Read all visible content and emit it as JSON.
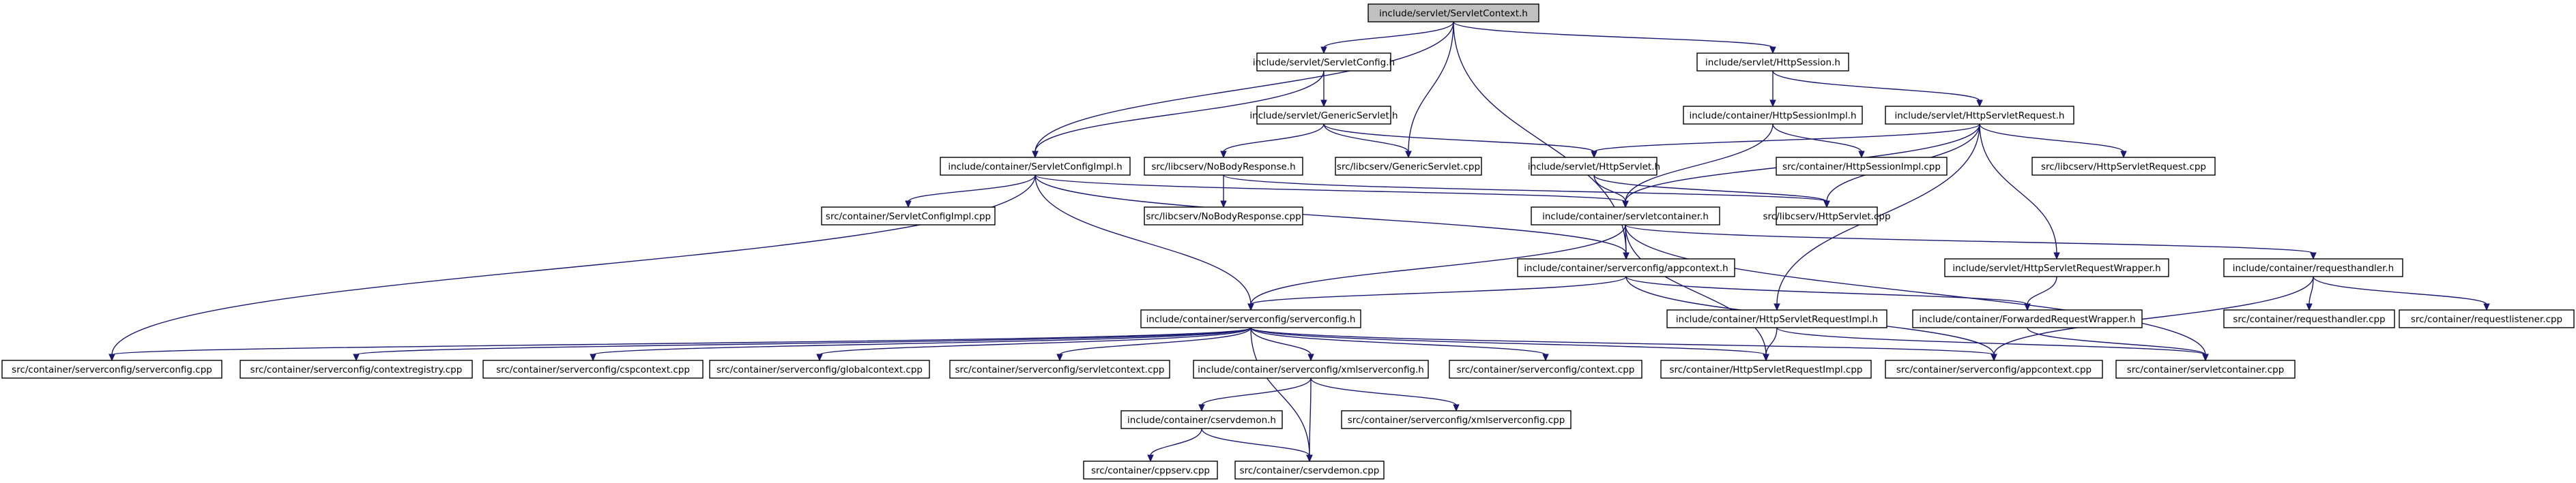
{
  "graph": {
    "root": "n_servletcontext_h",
    "nodes": [
      {
        "id": "n_servletcontext_h",
        "label": "include/servlet/ServletContext.h"
      },
      {
        "id": "n_servletconfig_h",
        "label": "include/servlet/ServletConfig.h"
      },
      {
        "id": "n_httpsession_h",
        "label": "include/servlet/HttpSession.h"
      },
      {
        "id": "n_genericservlet_h",
        "label": "include/servlet/GenericServlet.h"
      },
      {
        "id": "n_httpsessionimpl_h",
        "label": "include/container/HttpSessionImpl.h"
      },
      {
        "id": "n_httpservletrequest_h",
        "label": "include/servlet/HttpServletRequest.h"
      },
      {
        "id": "n_servletconfigimpl_h",
        "label": "include/container/ServletConfigImpl.h"
      },
      {
        "id": "n_nobodyresponse_h",
        "label": "src/libcserv/NoBodyResponse.h"
      },
      {
        "id": "n_genericservlet_cpp",
        "label": "src/libcserv/GenericServlet.cpp"
      },
      {
        "id": "n_httpservlet_h",
        "label": "include/servlet/HttpServlet.h"
      },
      {
        "id": "n_httpsessionimpl_cpp",
        "label": "src/container/HttpSessionImpl.cpp"
      },
      {
        "id": "n_httpservletrequest_cpp",
        "label": "src/libcserv/HttpServletRequest.cpp"
      },
      {
        "id": "n_servletconfigimpl_cpp",
        "label": "src/container/ServletConfigImpl.cpp"
      },
      {
        "id": "n_nobodyresponse_cpp",
        "label": "src/libcserv/NoBodyResponse.cpp"
      },
      {
        "id": "n_servletcontainer_h",
        "label": "include/container/servletcontainer.h"
      },
      {
        "id": "n_httpservlet_cpp",
        "label": "src/libcserv/HttpServlet.cpp"
      },
      {
        "id": "n_appcontext_h",
        "label": "include/container/serverconfig/appcontext.h"
      },
      {
        "id": "n_requestwrapper_h",
        "label": "include/servlet/HttpServletRequestWrapper.h"
      },
      {
        "id": "n_requesthandler_h",
        "label": "include/container/requesthandler.h"
      },
      {
        "id": "n_serverconfig_h",
        "label": "include/container/serverconfig/serverconfig.h"
      },
      {
        "id": "n_requestimpl_h",
        "label": "include/container/HttpServletRequestImpl.h"
      },
      {
        "id": "n_forwardedwrapper_h",
        "label": "include/container/ForwardedRequestWrapper.h"
      },
      {
        "id": "n_requesthandler_cpp",
        "label": "src/container/requesthandler.cpp"
      },
      {
        "id": "n_requestlistener_cpp",
        "label": "src/container/requestlistener.cpp"
      },
      {
        "id": "n_serverconfig_cpp",
        "label": "src/container/serverconfig/serverconfig.cpp"
      },
      {
        "id": "n_contextregistry_cpp",
        "label": "src/container/serverconfig/contextregistry.cpp"
      },
      {
        "id": "n_cspcontext_cpp",
        "label": "src/container/serverconfig/cspcontext.cpp"
      },
      {
        "id": "n_globalcontext_cpp",
        "label": "src/container/serverconfig/globalcontext.cpp"
      },
      {
        "id": "n_servletcontext_cpp",
        "label": "src/container/serverconfig/servletcontext.cpp"
      },
      {
        "id": "n_xmlserverconfig_h",
        "label": "include/container/serverconfig/xmlserverconfig.h"
      },
      {
        "id": "n_context_cpp",
        "label": "src/container/serverconfig/context.cpp"
      },
      {
        "id": "n_requestimpl_cpp",
        "label": "src/container/HttpServletRequestImpl.cpp"
      },
      {
        "id": "n_appcontext_cpp",
        "label": "src/container/serverconfig/appcontext.cpp"
      },
      {
        "id": "n_servletcontainer_cpp",
        "label": "src/container/servletcontainer.cpp"
      },
      {
        "id": "n_csvdemon_h",
        "label": "include/container/cservdemon.h"
      },
      {
        "id": "n_xmlserverconfig_cpp",
        "label": "src/container/serverconfig/xmlserverconfig.cpp"
      },
      {
        "id": "n_cppserv_cpp",
        "label": "src/container/cppserv.cpp"
      },
      {
        "id": "n_csvdemon_cpp",
        "label": "src/container/cservdemon.cpp"
      }
    ],
    "edges": [
      [
        "n_servletcontext_h",
        "n_servletconfig_h"
      ],
      [
        "n_servletcontext_h",
        "n_httpsession_h"
      ],
      [
        "n_servletcontext_h",
        "n_servletconfigimpl_h"
      ],
      [
        "n_servletcontext_h",
        "n_genericservlet_cpp"
      ],
      [
        "n_servletcontext_h",
        "n_appcontext_h"
      ],
      [
        "n_servletconfig_h",
        "n_genericservlet_h"
      ],
      [
        "n_servletconfig_h",
        "n_servletconfigimpl_h"
      ],
      [
        "n_genericservlet_h",
        "n_nobodyresponse_h"
      ],
      [
        "n_genericservlet_h",
        "n_genericservlet_cpp"
      ],
      [
        "n_genericservlet_h",
        "n_httpservlet_h"
      ],
      [
        "n_httpsession_h",
        "n_httpsessionimpl_h"
      ],
      [
        "n_httpsession_h",
        "n_httpservletrequest_h"
      ],
      [
        "n_httpsessionimpl_h",
        "n_httpsessionimpl_cpp"
      ],
      [
        "n_httpsessionimpl_h",
        "n_servletcontainer_h"
      ],
      [
        "n_httpservletrequest_h",
        "n_httpservlet_h"
      ],
      [
        "n_httpservletrequest_h",
        "n_httpservletrequest_cpp"
      ],
      [
        "n_httpservletrequest_h",
        "n_servletcontainer_h"
      ],
      [
        "n_httpservletrequest_h",
        "n_httpservlet_cpp"
      ],
      [
        "n_httpservletrequest_h",
        "n_requestwrapper_h"
      ],
      [
        "n_httpservletrequest_h",
        "n_requestimpl_h"
      ],
      [
        "n_servletconfigimpl_h",
        "n_servletconfigimpl_cpp"
      ],
      [
        "n_servletconfigimpl_h",
        "n_servletcontainer_h"
      ],
      [
        "n_servletconfigimpl_h",
        "n_appcontext_h"
      ],
      [
        "n_servletconfigimpl_h",
        "n_serverconfig_h"
      ],
      [
        "n_servletconfigimpl_h",
        "n_serverconfig_cpp"
      ],
      [
        "n_nobodyresponse_h",
        "n_nobodyresponse_cpp"
      ],
      [
        "n_nobodyresponse_h",
        "n_httpservlet_cpp"
      ],
      [
        "n_httpservlet_h",
        "n_servletcontainer_h"
      ],
      [
        "n_httpservlet_h",
        "n_httpservlet_cpp"
      ],
      [
        "n_servletcontainer_h",
        "n_appcontext_h"
      ],
      [
        "n_servletcontainer_h",
        "n_serverconfig_h"
      ],
      [
        "n_servletcontainer_h",
        "n_requesthandler_h"
      ],
      [
        "n_servletcontainer_h",
        "n_servletcontainer_cpp"
      ],
      [
        "n_appcontext_h",
        "n_serverconfig_h"
      ],
      [
        "n_appcontext_h",
        "n_forwardedwrapper_h"
      ],
      [
        "n_appcontext_h",
        "n_appcontext_cpp"
      ],
      [
        "n_requestwrapper_h",
        "n_forwardedwrapper_h"
      ],
      [
        "n_requesthandler_h",
        "n_requesthandler_cpp"
      ],
      [
        "n_requesthandler_h",
        "n_requestlistener_cpp"
      ],
      [
        "n_requesthandler_h",
        "n_appcontext_cpp"
      ],
      [
        "n_serverconfig_h",
        "n_serverconfig_cpp"
      ],
      [
        "n_serverconfig_h",
        "n_contextregistry_cpp"
      ],
      [
        "n_serverconfig_h",
        "n_cspcontext_cpp"
      ],
      [
        "n_serverconfig_h",
        "n_globalcontext_cpp"
      ],
      [
        "n_serverconfig_h",
        "n_servletcontext_cpp"
      ],
      [
        "n_serverconfig_h",
        "n_xmlserverconfig_h"
      ],
      [
        "n_serverconfig_h",
        "n_context_cpp"
      ],
      [
        "n_serverconfig_h",
        "n_requestimpl_cpp"
      ],
      [
        "n_serverconfig_h",
        "n_appcontext_cpp"
      ],
      [
        "n_serverconfig_h",
        "n_csvdemon_cpp"
      ],
      [
        "n_requestimpl_h",
        "n_requestimpl_cpp"
      ],
      [
        "n_requestimpl_h",
        "n_servletcontainer_cpp"
      ],
      [
        "n_forwardedwrapper_h",
        "n_servletcontainer_cpp"
      ],
      [
        "n_xmlserverconfig_h",
        "n_csvdemon_h"
      ],
      [
        "n_xmlserverconfig_h",
        "n_xmlserverconfig_cpp"
      ],
      [
        "n_xmlserverconfig_h",
        "n_csvdemon_cpp"
      ],
      [
        "n_csvdemon_h",
        "n_cppserv_cpp"
      ],
      [
        "n_csvdemon_h",
        "n_csvdemon_cpp"
      ],
      [
        "n_servletcontainer_h",
        "n_requestimpl_cpp"
      ]
    ]
  }
}
